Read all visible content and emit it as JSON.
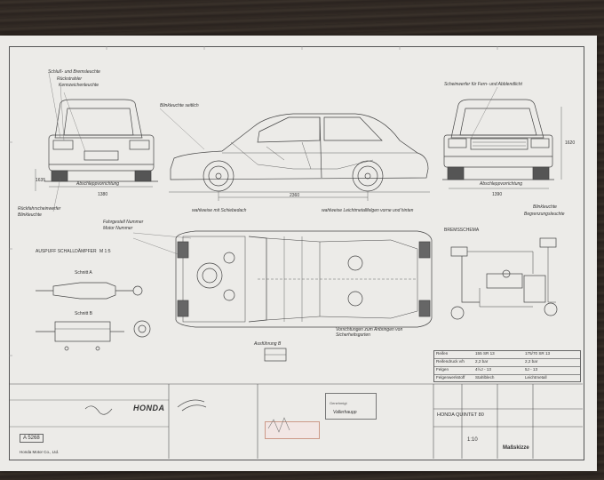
{
  "labels": {
    "schluss": "Schluß- und Bremsleuchte",
    "rueckstrahler": "Rückstrahler",
    "kennzeichen": "Kennzeichenleuchte",
    "blinkleuchte_seitlich": "Blinkleuchte seitlich",
    "scheinwerfer": "Scheinwerfer für Fern- und Abblendlicht",
    "abschleppvorrichtung_rear": "Abschleppvorrichtung",
    "abschleppvorrichtung_front": "Abschleppvorrichtung",
    "rueckfahrscheinwerfer": "Rückfahrscheinwerfer",
    "blinkleuchte_rear": "Blinkleuchte",
    "blinkleuchte_front": "Blinkleuchte",
    "begrenzungsleuchte": "Begrenzungsleuchte",
    "wahlweise_schiebedach": "wahlweise mit Schiebedach",
    "wahlweise_leichtmetall": "wahlweise Leichtmetallfelgen vorne und hinten",
    "fahrgestell": "Fahrgestell Nummer",
    "motor": "Motor Nummer",
    "auspuff": "AUSPUFF SCHALLDÄMPFER",
    "auspuff_scale": "M 1:5",
    "bremsschema": "BREMSSCHEMA",
    "ausfuehrung": "Ausführung B",
    "vorrichtungen": "Vorrichtungen zum Anbringen von Sicherheitsgurten",
    "dim_1380_rear": "1380",
    "dim_2360": "2360",
    "dim_1390_front": "1390",
    "dim_1620": "1620",
    "dim_1635": "1635",
    "schnitt_a": "Schnitt A",
    "schnitt_b": "Schnitt B"
  },
  "tires": {
    "rows": [
      [
        "Reifen",
        "155 SR 13",
        "175/70 SR 13"
      ],
      [
        "Reifendruck v/h",
        "2,2 bar",
        "2,2 bar"
      ],
      [
        "Felgen",
        "4½J - 13",
        "5J - 13"
      ],
      [
        "Felgenwerkstoff",
        "Stahlblech",
        "Leichtmetall"
      ]
    ]
  },
  "title_block": {
    "number_label": "A  5268",
    "honda": "HONDA",
    "maker": "Honda Motor Co., Ltd.",
    "model": "HONDA  QUINTET 80",
    "scale": "1:10",
    "sheet_title": "Maßskizze",
    "stamp_text": "Genehmigt",
    "signature": "Vallerhaupp"
  }
}
